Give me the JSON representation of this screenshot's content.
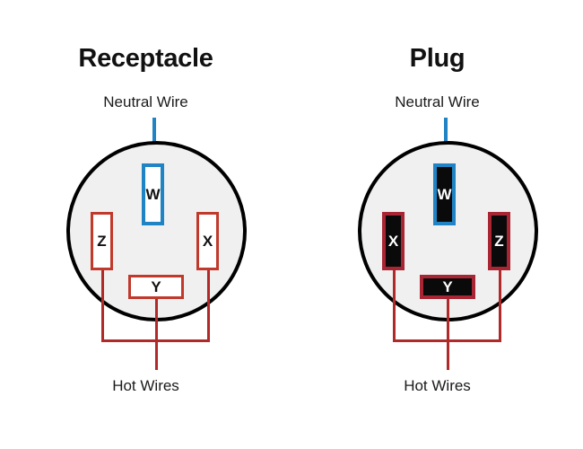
{
  "diagram": {
    "title_hidden": "Receptacle and Plug terminal wiring diagram",
    "colors": {
      "neutral_wire": "#2083c4",
      "hot_wire": "#b02a2a",
      "body_outline": "#000000",
      "body_fill": "#f0f0f0",
      "slot_fill_receptacle": "#ffffff",
      "slot_fill_plug": "#0a0a0a",
      "slot_border_hot_receptacle": "#c0392b",
      "slot_border_hot_plug": "#a82633",
      "slot_border_neutral": "#2083c4"
    }
  },
  "receptacle": {
    "title": "Receptacle",
    "neutral_label": "Neutral Wire",
    "hot_label": "Hot Wires",
    "slots": {
      "top": "W",
      "left": "Z",
      "right": "X",
      "bottom": "Y"
    }
  },
  "plug": {
    "title": "Plug",
    "neutral_label": "Neutral Wire",
    "hot_label": "Hot Wires",
    "slots": {
      "top": "W",
      "left": "X",
      "right": "Z",
      "bottom": "Y"
    }
  }
}
